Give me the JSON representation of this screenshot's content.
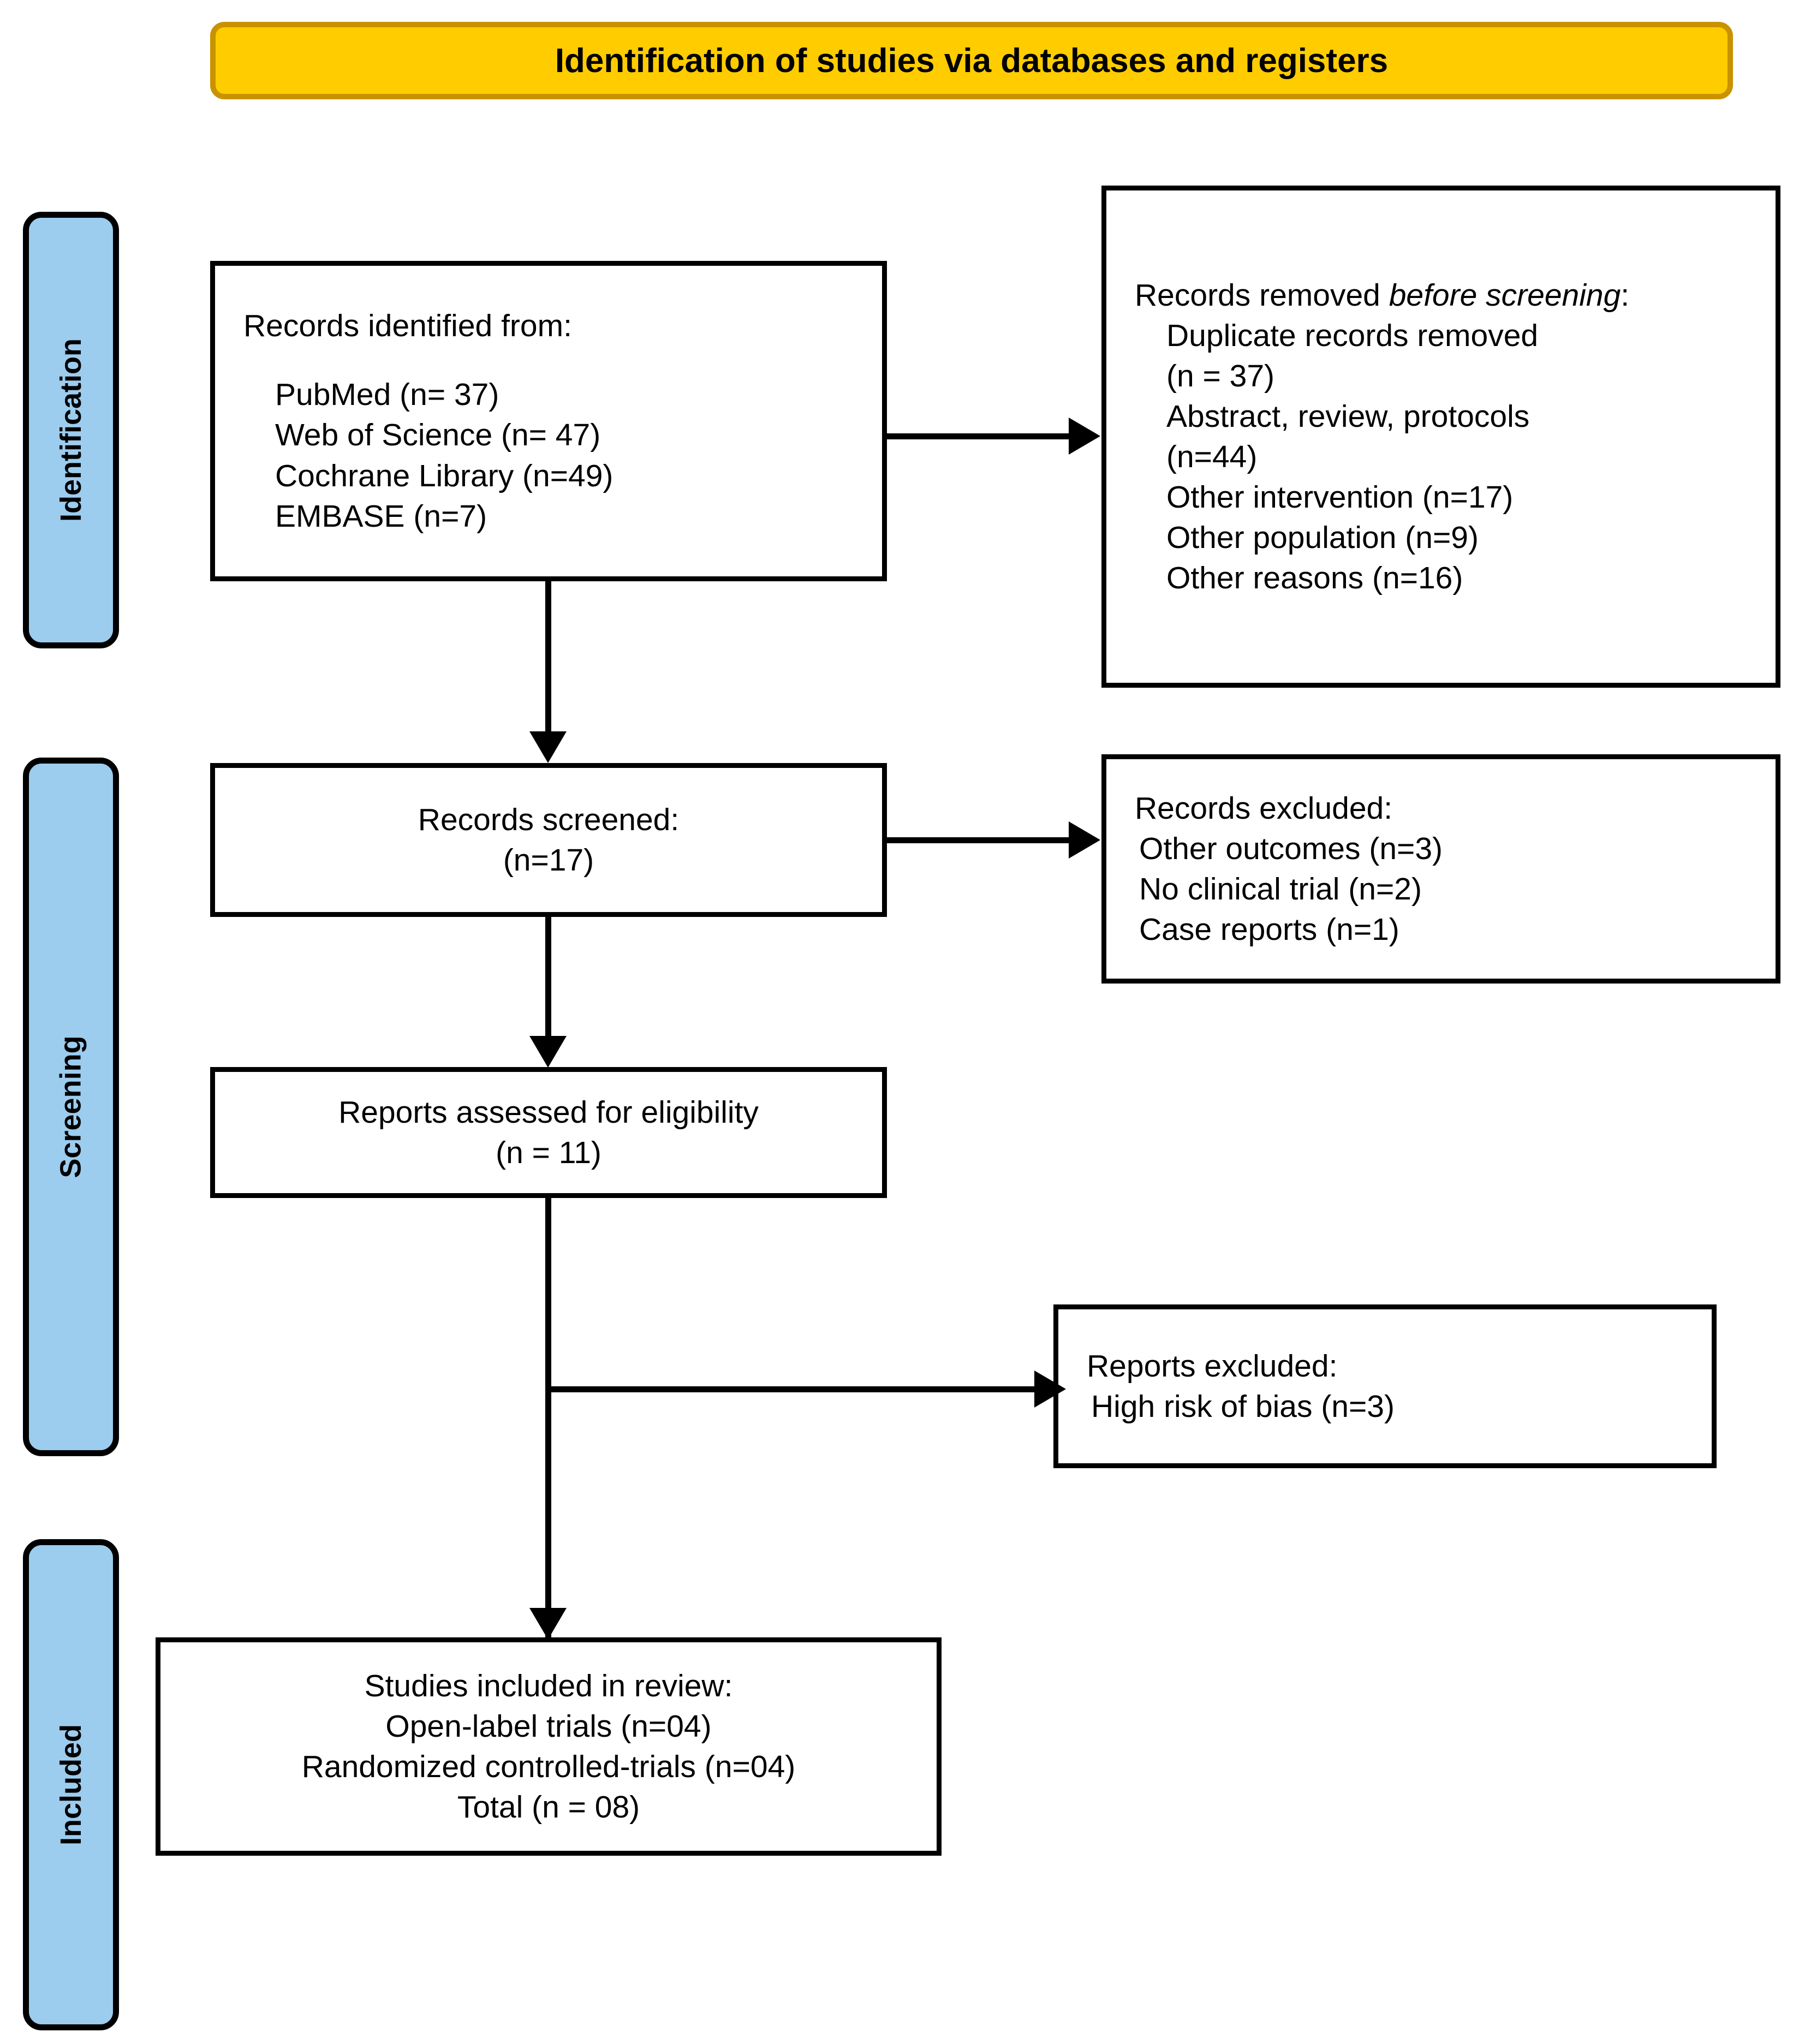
{
  "banner": {
    "title": "Identification of studies via databases and registers"
  },
  "stages": [
    {
      "label": "Identification"
    },
    {
      "label": "Screening"
    },
    {
      "label": "Included"
    }
  ],
  "boxes": {
    "records_identified": {
      "heading": "Records identified from:",
      "items": [
        "PubMed (n= 37)",
        "Web of Science (n= 47)",
        "Cochrane Library (n=49)",
        "EMBASE (n=7)"
      ]
    },
    "records_removed": {
      "heading_part1": "Records removed ",
      "heading_italic": "before screening",
      "heading_colon": ":",
      "items": [
        "Duplicate records removed",
        "(n = 37)",
        "Abstract, review, protocols",
        "(n=44)",
        "Other intervention (n=17)",
        "Other population (n=9)",
        "Other reasons (n=16)"
      ]
    },
    "records_screened": {
      "line1": "Records screened:",
      "line2": "(n=17)"
    },
    "records_excluded": {
      "heading": "Records excluded:",
      "items": [
        "Other outcomes (n=3)",
        "No clinical trial (n=2)",
        "Case reports (n=1)"
      ]
    },
    "reports_assessed": {
      "line1": "Reports assessed for eligibility",
      "line2": "(n = 11)"
    },
    "reports_excluded": {
      "heading": "Reports excluded:",
      "items": [
        "High risk of bias (n=3)"
      ]
    },
    "studies_included": {
      "line1": "Studies included in review:",
      "line2": "Open-label trials (n=04)",
      "line3": "Randomized controlled-trials (n=04)",
      "line4": "Total (n = 08)"
    }
  },
  "colors": {
    "banner_fill": "#FFCC00",
    "banner_border": "#C89200",
    "stage_fill": "#9CCCEE",
    "stroke": "#000000",
    "box_fill": "#FFFFFF"
  }
}
